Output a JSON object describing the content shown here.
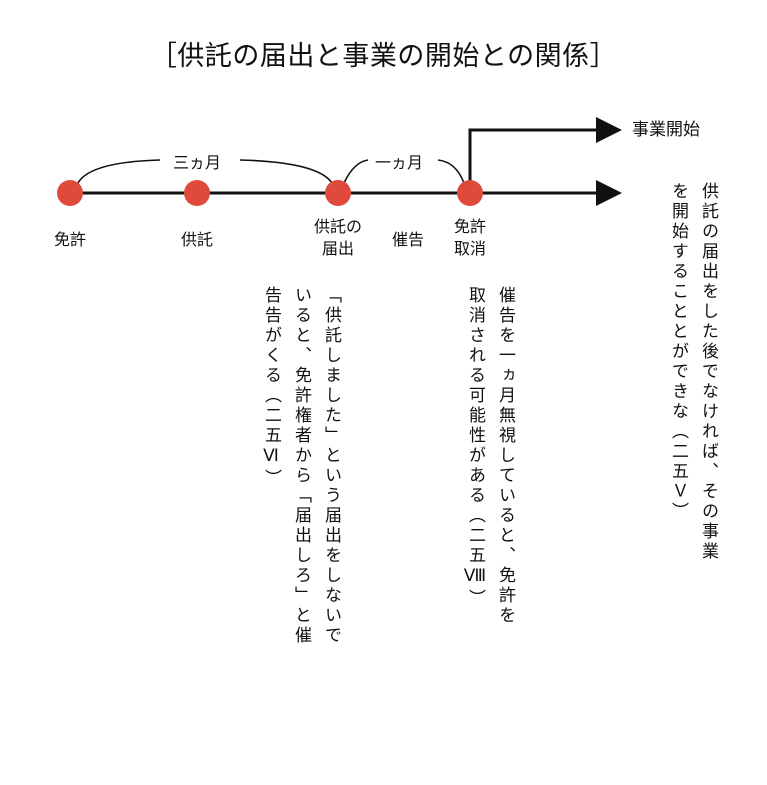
{
  "title": "［供託の届出と事業の開始との関係］",
  "colors": {
    "dot": "#e04a3c",
    "line": "#111111"
  },
  "timeline": {
    "events": [
      {
        "label": "免許"
      },
      {
        "label": "供託"
      },
      {
        "label": "供託の\n届出"
      },
      {
        "label": "催告"
      },
      {
        "label": "免許\n取消"
      }
    ],
    "spans": [
      {
        "label": "三ヵ月"
      },
      {
        "label": "一ヵ月"
      }
    ],
    "branch_label": "事業開始"
  },
  "notes": [
    {
      "lines": [
        "供託の届出をした後でなければ、その事業",
        "を開始することとができな（二五Ｖ）"
      ]
    },
    {
      "lines": [
        "催告を一ヵ月無視していると、免許を",
        "取消される可能性がある（二五Ⅷ）"
      ]
    },
    {
      "lines": [
        "「供託しました」という届出をしないで",
        "いると、免許権者から「届出しろ」と催",
        "告告がくる（二五Ⅵ）"
      ]
    }
  ]
}
